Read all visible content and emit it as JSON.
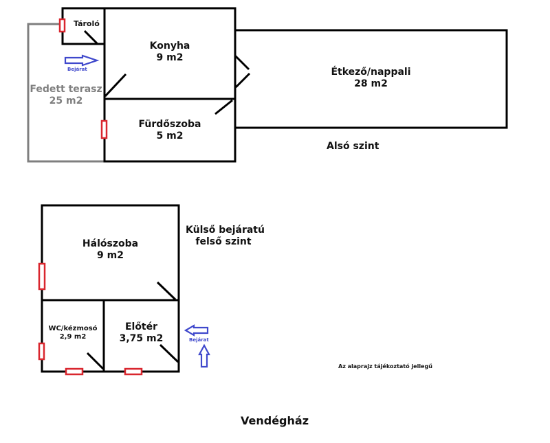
{
  "colors": {
    "wall": "#000000",
    "terrace_wall": "#7f7f7f",
    "window": "#d9262e",
    "entrance_arrow": "#3f48cc",
    "text": "#111111",
    "terrace_text": "#7f7f7f"
  },
  "lower_level": {
    "title": "Alsó szint",
    "rooms": [
      {
        "id": "taralo",
        "name": "Tároló",
        "area": ""
      },
      {
        "id": "konyha",
        "name": "Konyha",
        "area": "9 m2"
      },
      {
        "id": "furdoszoba",
        "name": "Fürdőszoba",
        "area": "5 m2"
      },
      {
        "id": "etkezo",
        "name": "Étkező/nappali",
        "area": "28 m2"
      },
      {
        "id": "terasz",
        "name": "Fedett terasz",
        "area": "25 m2"
      }
    ],
    "entrance_label": "Bejárat"
  },
  "upper_level": {
    "title_line1": "Külső bejáratú",
    "title_line2": "felső szint",
    "rooms": [
      {
        "id": "haloszoba",
        "name": "Hálószoba",
        "area": "9 m2"
      },
      {
        "id": "wc",
        "name": "WC/kézmosó",
        "area": "2,9 m2"
      },
      {
        "id": "eloter",
        "name": "Előtér",
        "area": "3,75 m2"
      }
    ],
    "entrance_label": "Bejárat"
  },
  "disclaimer": "Az alaprajz tájékoztató jellegű",
  "footer_title": "Vendégház"
}
